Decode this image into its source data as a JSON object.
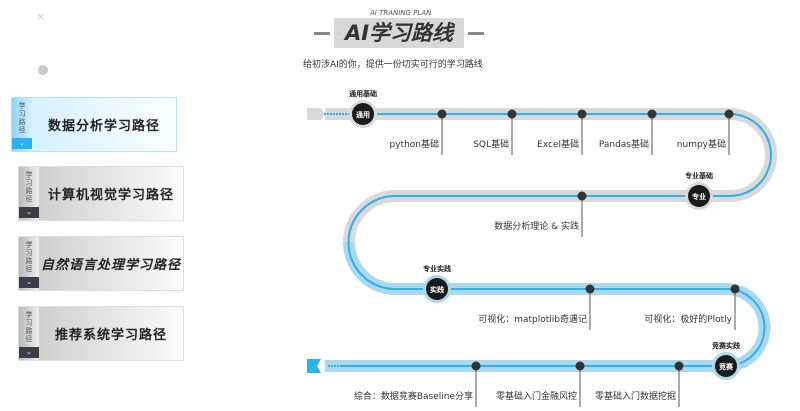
{
  "sidebar": {
    "close": "×",
    "items": [
      {
        "tab": "学习路径",
        "label": "数据分析学习路径",
        "active": true
      },
      {
        "tab": "学习路径",
        "label": "计算机视觉学习路径"
      },
      {
        "tab": "学习路径",
        "label": "自然语言处理学习路径"
      },
      {
        "tab": "学习路径",
        "label": "推荐系统学习路径"
      }
    ]
  },
  "header": {
    "subtitle": "AI TRANING PLAN",
    "title": "AI学习路线",
    "description": "给初涉AI的你，提供一份切实可行的学习路线"
  },
  "roadmap": {
    "stages": [
      {
        "label": "通用基础",
        "badge": "通用"
      },
      {
        "label": "专业基础",
        "badge": "专业"
      },
      {
        "label": "专业实践",
        "badge": "实践"
      },
      {
        "label": "竞赛实践",
        "badge": "竞赛"
      }
    ],
    "steps": [
      "python基础",
      "SQL基础",
      "Excel基础",
      "Pandas基础",
      "numpy基础",
      "数据分析理论 & 实践",
      "可视化：matplotlib奇遇记",
      "可视化：极好的Plotly",
      "零基础入门数据挖掘",
      "零基础入门金融风控",
      "综合：数据竞赛Baseline分享"
    ]
  },
  "colors": {
    "accent": "#2ab1ef",
    "track_gray": "#d9d9d9",
    "track_blue": "#a9d8ef",
    "node": "#222222"
  }
}
